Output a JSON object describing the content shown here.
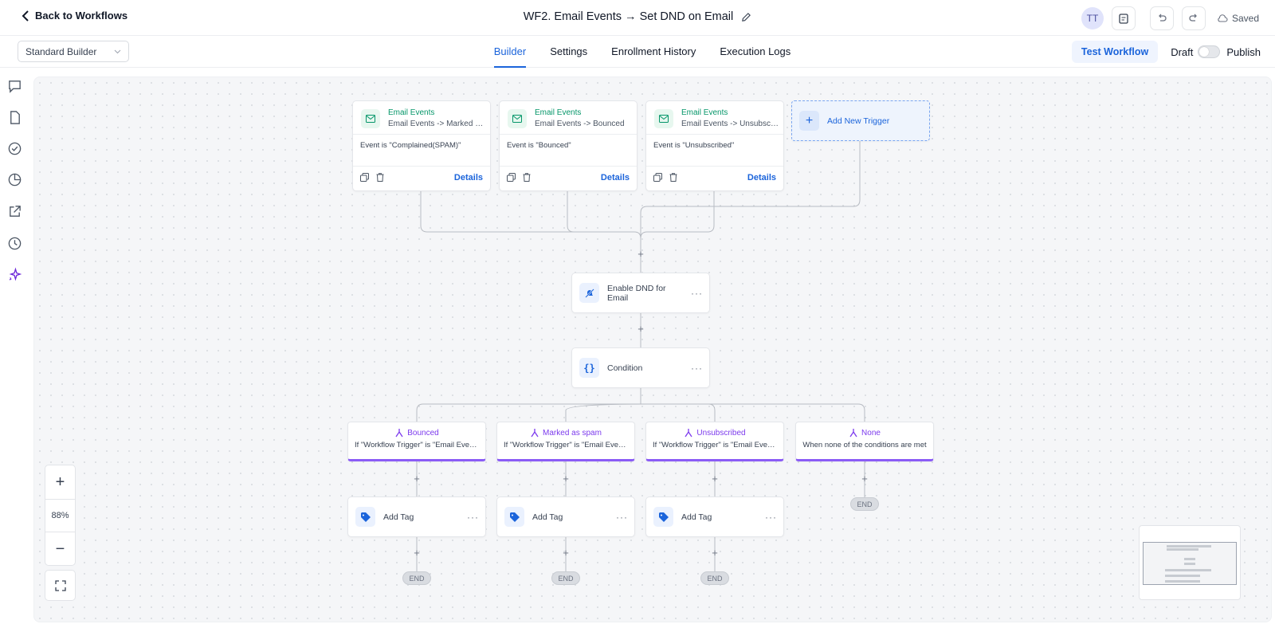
{
  "header": {
    "back_label": "Back to Workflows",
    "title": "WF2. Email Events → Set DND on Email",
    "avatar_initials": "TT",
    "saved_label": "Saved"
  },
  "toolbar": {
    "builder_select": "Standard Builder",
    "tabs": [
      {
        "label": "Builder",
        "active": true
      },
      {
        "label": "Settings",
        "active": false
      },
      {
        "label": "Enrollment History",
        "active": false
      },
      {
        "label": "Execution Logs",
        "active": false
      }
    ],
    "test_label": "Test Workflow",
    "draft_label": "Draft",
    "publish_label": "Publish",
    "published": false
  },
  "sidebar": {
    "icons": [
      "chat-icon",
      "document-icon",
      "check-circle-icon",
      "pie-chart-icon",
      "external-link-icon",
      "history-icon",
      "sparkle-icon"
    ]
  },
  "triggers": [
    {
      "type": "Email Events",
      "subtitle": "Email Events -> Marked as Sp...",
      "condition": "Event is \"Complained(SPAM)\"",
      "details": "Details"
    },
    {
      "type": "Email Events",
      "subtitle": "Email Events -> Bounced",
      "condition": "Event is \"Bounced\"",
      "details": "Details"
    },
    {
      "type": "Email Events",
      "subtitle": "Email Events -> Unsubscribed",
      "condition": "Event is \"Unsubscribed\"",
      "details": "Details"
    }
  ],
  "add_trigger_label": "Add New Trigger",
  "actions": {
    "dnd": "Enable DND for Email",
    "condition": "Condition"
  },
  "branches": [
    {
      "name": "Bounced",
      "desc": "If \"Workflow Trigger\" is \"Email Event..."
    },
    {
      "name": "Marked as spam",
      "desc": "If \"Workflow Trigger\" is \"Email Event..."
    },
    {
      "name": "Unsubscribed",
      "desc": "If \"Workflow Trigger\" is \"Email Event..."
    },
    {
      "name": "None",
      "desc": "When none of the conditions are met"
    }
  ],
  "branch_actions": [
    "Add Tag",
    "Add Tag",
    "Add Tag"
  ],
  "end_label": "END",
  "zoom": {
    "level": "88%"
  },
  "colors": {
    "accent": "#1b64db",
    "trigger_green": "#059669",
    "branch_purple": "#7c3aed"
  }
}
